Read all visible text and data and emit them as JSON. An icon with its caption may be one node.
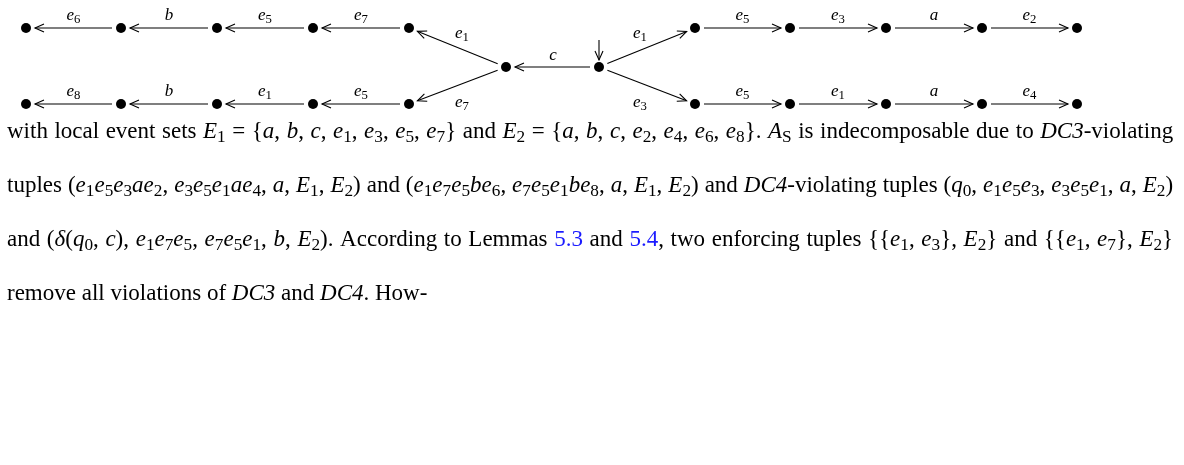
{
  "diagram": {
    "nodes": [
      {
        "text": [],
        "shape": "circle"
      },
      {
        "text": [],
        "shape": "circle"
      },
      {
        "text": [],
        "shape": "circle"
      },
      {
        "text": [],
        "shape": "circle"
      },
      {
        "text": [],
        "shape": "circle"
      },
      {
        "text": [],
        "shape": "circle"
      },
      {
        "text": [],
        "shape": "circle"
      },
      {
        "text": [],
        "shape": "circle"
      },
      {
        "text": [],
        "shape": "circle"
      },
      {
        "text": [],
        "shape": "circle"
      },
      {
        "text": [],
        "shape": "circle"
      },
      {
        "text": [],
        "shape": "circle"
      },
      {
        "text": [],
        "shape": "circle"
      },
      {
        "text": [],
        "shape": "circle"
      },
      {
        "text": [],
        "shape": "circle"
      },
      {
        "text": [],
        "shape": "circle"
      },
      {
        "text": [],
        "shape": "circle"
      },
      {
        "text": [],
        "shape": "circle"
      },
      {
        "text": [],
        "shape": "circle"
      },
      {
        "text": [],
        "shape": "circle"
      },
      {
        "text": [],
        "shape": "circle"
      },
      {
        "text": [],
        "shape": "circle"
      }
    ],
    "edges": [
      {
        "from": null,
        "to": 11,
        "arrow": "to"
      },
      {
        "from": 11,
        "to": 10,
        "arrow": "to",
        "label": "*c*"
      },
      {
        "from": 10,
        "to": 4,
        "arrow": "to",
        "label": "*e*$_{1}$"
      },
      {
        "from": 10,
        "to": 9,
        "arrow": "to",
        "label": "*e*$_{7}$"
      },
      {
        "from": 4,
        "to": 3,
        "arrow": "to",
        "label": "*e*$_{7}$"
      },
      {
        "from": 3,
        "to": 2,
        "arrow": "to",
        "label": "*e*$_{5}$"
      },
      {
        "from": 2,
        "to": 1,
        "arrow": "to",
        "label": "*b*"
      },
      {
        "from": 1,
        "to": 0,
        "arrow": "to",
        "label": "*e*$_{6}$"
      },
      {
        "from": 9,
        "to": 8,
        "arrow": "to",
        "label": "*e*$_{5}$"
      },
      {
        "from": 8,
        "to": 7,
        "arrow": "to",
        "label": "*e*$_{1}$"
      },
      {
        "from": 7,
        "to": 6,
        "arrow": "to",
        "label": "*b*"
      },
      {
        "from": 6,
        "to": 5,
        "arrow": "to",
        "label": "*e*$_{8}$"
      },
      {
        "from": 11,
        "to": 12,
        "arrow": "to",
        "label": "*e*$_{1}$"
      },
      {
        "from": 11,
        "to": 17,
        "arrow": "to",
        "label": "*e*$_{3}$"
      },
      {
        "from": 12,
        "to": 13,
        "arrow": "to",
        "label": "*e*$_{5}$"
      },
      {
        "from": 13,
        "to": 14,
        "arrow": "to",
        "label": "*e*$_{3}$"
      },
      {
        "from": 14,
        "to": 15,
        "arrow": "to",
        "label": "*a*"
      },
      {
        "from": 15,
        "to": 16,
        "arrow": "to",
        "label": "*e*$_{2}$"
      },
      {
        "from": 17,
        "to": 18,
        "arrow": "to",
        "label": "*e*$_{5}$"
      },
      {
        "from": 18,
        "to": 19,
        "arrow": "to",
        "label": "*e*$_{1}$"
      },
      {
        "from": 19,
        "to": 20,
        "arrow": "to",
        "label": "*a*"
      },
      {
        "from": 20,
        "to": 21,
        "arrow": "to",
        "label": "*e*$_{4}$"
      }
    ],
    "labels": [
      "with local event sets *E*$_{1}$ = {*a*, *b*, *c*, *e*$_{1}$, *e*$_{3}$, *e*$_{5}$, *e*$_{7}$} and *E*$_{2}$ = {*a*, *b*, *c*, *e*$_{2}$, *e*$_{4}$, *e*$_{6}$, *e*$_{8}$}. *A*$_{S}$ is indecomposable due to *DC3*-violating tuples (*e*$_{1}$*e*$_{5}$*e*$_{3}$*ae*$_{2}$, *e*$_{3}$*e*$_{5}$*e*$_{1}$*ae*$_{4}$, *a*, *E*$_{1}$, *E*$_{2}$) and (*e*$_{1}$*e*$_{7}$*e*$_{5}$*be*$_{6}$, *e*$_{7}$*e*$_{5}$*e*$_{1}$*be*$_{8}$, *a*, *E*$_{1}$, *E*$_{2}$) and *DC4*-violating tuples (*q*$_{0}$, *e*$_{1}$*e*$_{5}$*e*$_{3}$, *e*$_{3}$*e*$_{5}$*e*$_{1}$, *a*, *E*$_{2}$) and (*δ*(*q*$_{0}$, *c*), *e*$_{1}$*e*$_{7}$*e*$_{5}$, *e*$_{7}$*e*$_{5}$*e*$_{1}$, *b*, *E*$_{2}$). According to Lemmas",
      "5.3",
      "and",
      "5.4",
      ", two enforcing tuples {{*e*$_{1}$, *e*$_{3}$}, *E*$_{2}$} and {{*e*$_{1}$, *e*$_{7}$}, *E*$_{2}$} remove all violations of *DC3* and *DC4*. How-"
    ]
  }
}
